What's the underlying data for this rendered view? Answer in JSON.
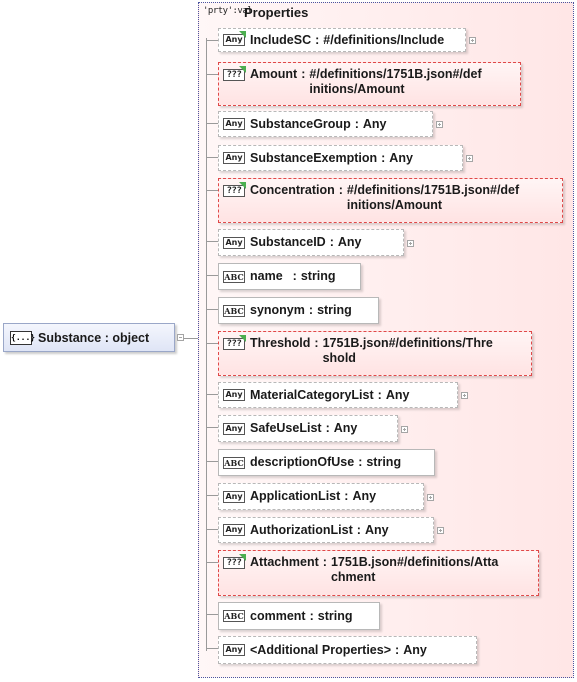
{
  "root": {
    "icon": "{...}",
    "name": "Substance",
    "type": "object"
  },
  "properties": {
    "tag": "'prty':val",
    "title": "Properties",
    "items": [
      {
        "name": "IncludeSC",
        "type": "#/definitions/Include",
        "kind": "any",
        "expand": true
      },
      {
        "name": "Amount",
        "type_line1": "#/definitions/1751B.json#/def",
        "type_line2": "initions/Amount",
        "kind": "ref"
      },
      {
        "name": "SubstanceGroup",
        "type": "Any",
        "kind": "any",
        "expand": true
      },
      {
        "name": "SubstanceExemption",
        "type": "Any",
        "kind": "any",
        "expand": true
      },
      {
        "name": "Concentration",
        "type_line1": "#/definitions/1751B.json#/def",
        "type_line2": "initions/Amount",
        "kind": "ref"
      },
      {
        "name": "SubstanceID",
        "type": "Any",
        "kind": "any",
        "expand": true
      },
      {
        "name": "name",
        "type": "string",
        "kind": "abc"
      },
      {
        "name": "synonym",
        "type": "string",
        "kind": "abc"
      },
      {
        "name": "Threshold",
        "type_line1": "1751B.json#/definitions/Thre",
        "type_line2": "shold",
        "kind": "ref"
      },
      {
        "name": "MaterialCategoryList",
        "type": "Any",
        "kind": "any",
        "expand": true
      },
      {
        "name": "SafeUseList",
        "type": "Any",
        "kind": "any",
        "expand": true
      },
      {
        "name": "descriptionOfUse",
        "type": "string",
        "kind": "abc"
      },
      {
        "name": "ApplicationList",
        "type": "Any",
        "kind": "any",
        "expand": true
      },
      {
        "name": "AuthorizationList",
        "type": "Any",
        "kind": "any",
        "expand": true
      },
      {
        "name": "Attachment",
        "type_line1": "1751B.json#/definitions/Atta",
        "type_line2": "chment",
        "kind": "ref"
      },
      {
        "name": "comment",
        "type": "string",
        "kind": "abc"
      },
      {
        "name": "<Additional Properties>",
        "type": "Any",
        "kind": "any"
      }
    ]
  },
  "icons": {
    "any": "Any",
    "abc": "ABC",
    "ref": "???"
  },
  "colors": {
    "ref_border": "#e04848",
    "ref_bg": "#ffe3e3",
    "box_border": "#4a55a0",
    "ref_marker": "#4caf50"
  }
}
